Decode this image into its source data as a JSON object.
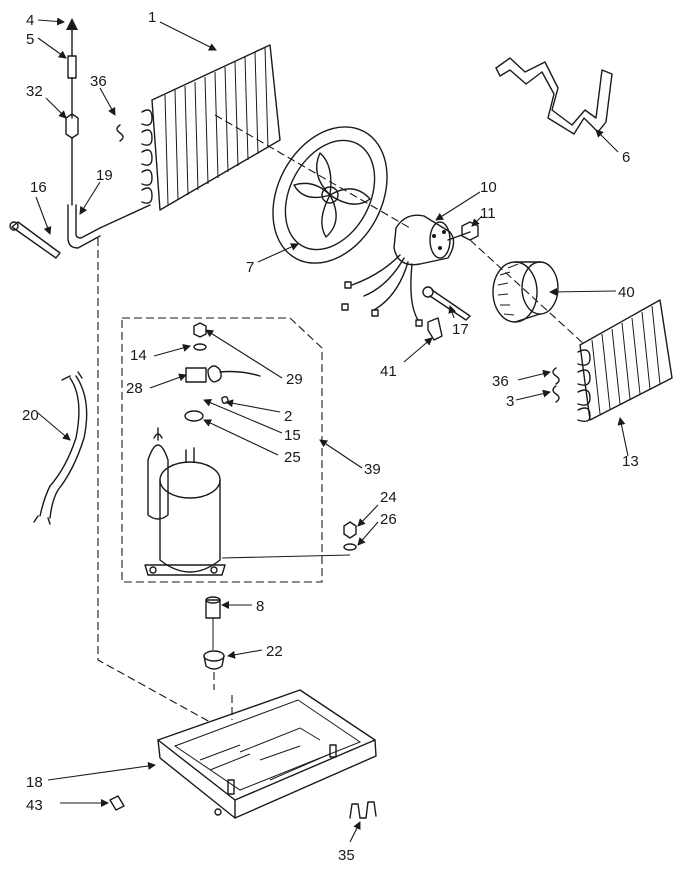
{
  "labels": {
    "p1": "1",
    "p2": "2",
    "p3": "3",
    "p4": "4",
    "p5": "5",
    "p6": "6",
    "p7": "7",
    "p8": "8",
    "p10": "10",
    "p11": "11",
    "p13": "13",
    "p14": "14",
    "p15": "15",
    "p16": "16",
    "p17": "17",
    "p18": "18",
    "p19": "19",
    "p20": "20",
    "p22": "22",
    "p24": "24",
    "p25": "25",
    "p26": "26",
    "p28": "28",
    "p29": "29",
    "p32": "32",
    "p35": "35",
    "p36a": "36",
    "p36b": "36",
    "p39": "39",
    "p40": "40",
    "p41": "41",
    "p43": "43"
  }
}
